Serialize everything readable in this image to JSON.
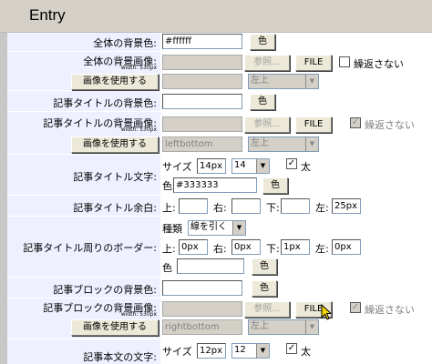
{
  "header": {
    "title": "Entry"
  },
  "labels": {
    "bg_color": "全体の背景色:",
    "bg_image": "全体の背景画像:",
    "title_bg_color": "記事タイトルの背景色:",
    "title_bg_image": "記事タイトルの背景画像:",
    "title_text": "記事タイトル文字:",
    "title_margin": "記事タイトル余白:",
    "title_border": "記事タイトル周りのボーダー:",
    "block_bg_color": "記事ブロックの背景色:",
    "block_bg_image": "記事ブロックの背景画像:",
    "body_text": "記事本文の文字:"
  },
  "common": {
    "width_note": "width: 530px",
    "color_btn": "色",
    "browse_btn": "参照...",
    "file_btn": "FILE",
    "no_repeat": "繰返さない",
    "use_image_btn": "画像を使用する",
    "pos_default": "左上",
    "size_label": "サイズ",
    "bold_label": "太",
    "color_label": "色",
    "top": "上:",
    "right": "右:",
    "bottom": "下:",
    "left": "左:",
    "kind_label": "種類"
  },
  "fields": {
    "bg_color": "#ffffff",
    "title_bg_image_value": "leftbottom",
    "title_size_text": "14px",
    "title_size_sel": "14",
    "title_color": "#333333",
    "title_margin_left": "25px",
    "border_kind": "線を引く",
    "border_top": "0px",
    "border_right": "0px",
    "border_bottom": "1px",
    "border_left": "0px",
    "block_bg_image_value": "rightbottom",
    "body_size_text": "12px",
    "body_size_sel": "12"
  }
}
